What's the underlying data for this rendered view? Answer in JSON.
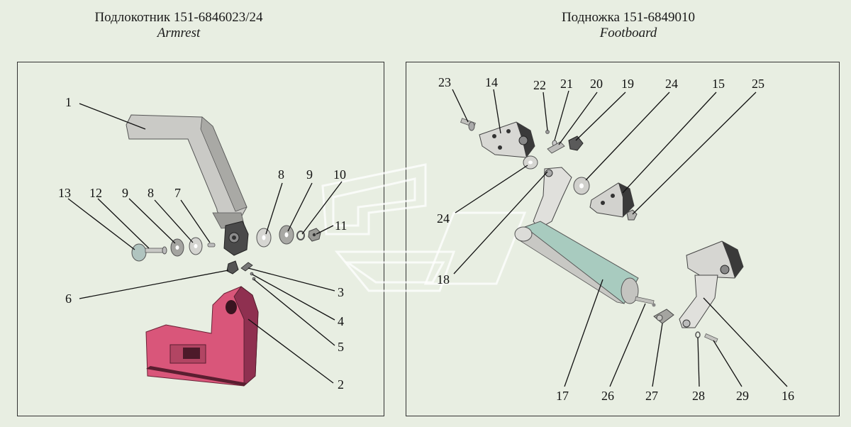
{
  "armrest": {
    "title_ru": "Подлокотник 151-6846023/24",
    "title_en": "Armrest"
  },
  "footboard": {
    "title_ru": "Подножка 151-6849010",
    "title_en": "Footboard"
  },
  "callouts": {
    "c1": "1",
    "c2": "2",
    "c3": "3",
    "c4": "4",
    "c5": "5",
    "c6": "6",
    "c7": "7",
    "c8a": "8",
    "c8b": "8",
    "c9a": "9",
    "c9b": "9",
    "c10": "10",
    "c11": "11",
    "c12": "12",
    "c13": "13",
    "c14": "14",
    "c15": "15",
    "c16": "16",
    "c17": "17",
    "c18": "18",
    "c19": "19",
    "c20": "20",
    "c21": "21",
    "c22": "22",
    "c23": "23",
    "c24a": "24",
    "c24b": "24",
    "c25": "25",
    "c26": "26",
    "c27": "27",
    "c28": "28",
    "c29": "29"
  },
  "colors": {
    "background": "#e8eee2",
    "armrest_pad": "#c6c6c2",
    "bracket_pink": "#d9567a",
    "tube_teal": "#a8cbbf"
  }
}
